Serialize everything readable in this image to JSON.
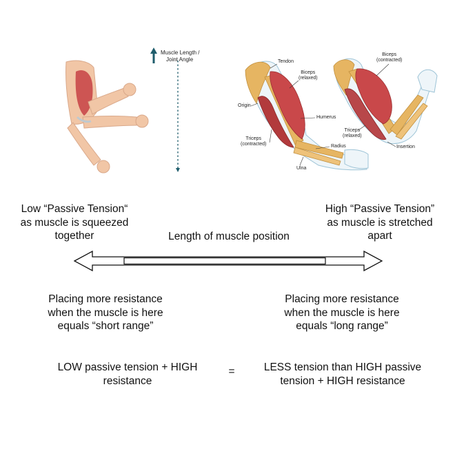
{
  "joint_axis": {
    "label_line1": "Muscle Length /",
    "label_line2": "Joint Angle"
  },
  "anatomy": {
    "labels": {
      "tendon": "Tendon",
      "biceps_relaxed_1": "Biceps",
      "biceps_relaxed_2": "(relaxed)",
      "origin": "Origin",
      "humerus": "Humerus",
      "triceps_contracted_1": "Triceps",
      "triceps_contracted_2": "(contracted)",
      "radius": "Radius",
      "ulna": "Ulna",
      "biceps_contracted_1": "Biceps",
      "biceps_contracted_2": "(contracted)",
      "triceps_relaxed_1": "Triceps",
      "triceps_relaxed_2": "(relaxed)",
      "insertion": "Insertion"
    }
  },
  "left_caption": {
    "line1": "Low “Passive Tension“",
    "line2": "as muscle is squeezed",
    "line3": "together"
  },
  "right_caption": {
    "line1": "High “Passive Tension”",
    "line2": "as muscle is stretched",
    "line3": "apart"
  },
  "center_label": "Length of muscle position",
  "left_resistance": {
    "line1": "Placing more resistance",
    "line2": "when the muscle is here",
    "line3": "equals “short range”"
  },
  "right_resistance": {
    "line1": "Placing more resistance",
    "line2": "when the muscle is here",
    "line3": "equals “long range”"
  },
  "equation": {
    "left_line1": "LOW passive tension + HIGH",
    "left_line2": "resistance",
    "operator": "=",
    "right_line1": "LESS tension than HIGH passive",
    "right_line2": "tension + HIGH resistance"
  },
  "colors": {
    "muscle": "#c9484a",
    "bone": "#e6b562",
    "skin": "#f3c9a8",
    "axis_arrow": "#1f5d6c"
  }
}
